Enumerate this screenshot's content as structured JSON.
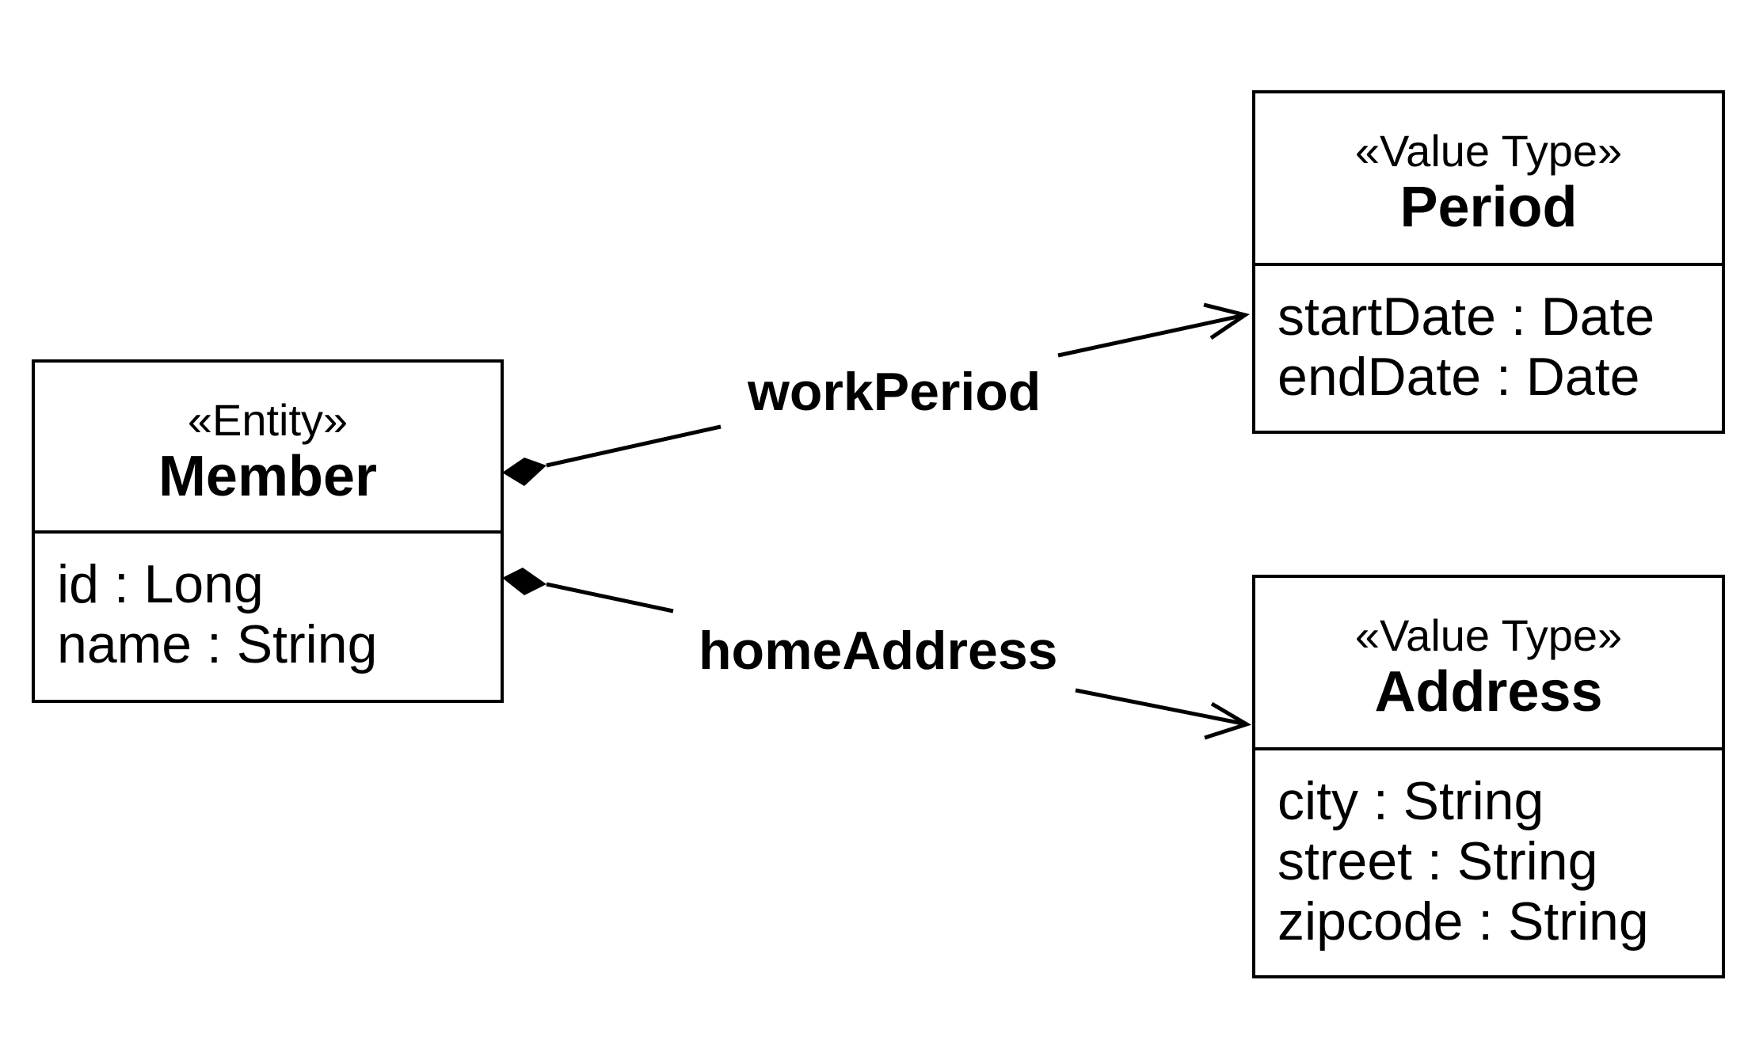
{
  "classes": {
    "member": {
      "stereotype": "«Entity»",
      "name": "Member",
      "attributes": [
        "id : Long",
        "name : String"
      ]
    },
    "period": {
      "stereotype": "«Value Type»",
      "name": "Period",
      "attributes": [
        "startDate : Date",
        "endDate : Date"
      ]
    },
    "address": {
      "stereotype": "«Value Type»",
      "name": "Address",
      "attributes": [
        "city : String",
        "street : String",
        "zipcode : String"
      ]
    }
  },
  "associations": {
    "work_period": {
      "label": "workPeriod",
      "from": "Member",
      "to": "Period",
      "kind": "composition"
    },
    "home_address": {
      "label": "homeAddress",
      "from": "Member",
      "to": "Address",
      "kind": "composition"
    }
  }
}
